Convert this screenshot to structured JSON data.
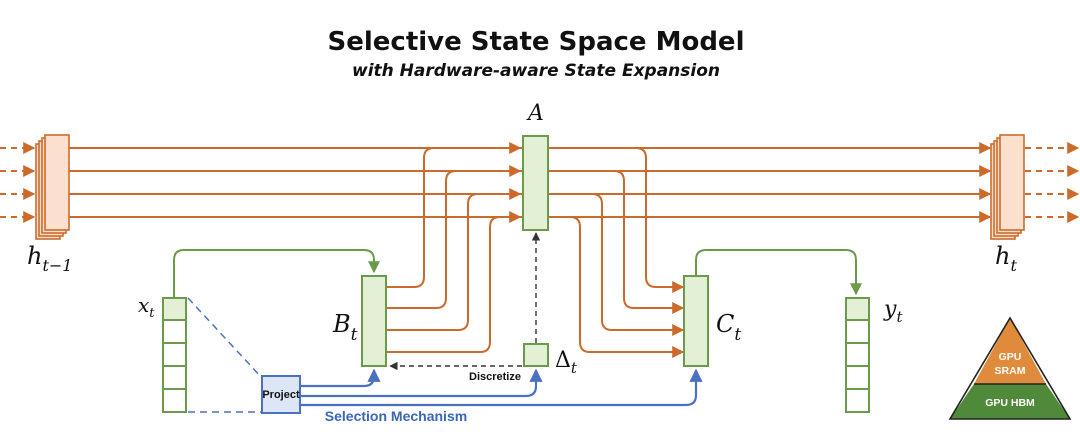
{
  "title": "Selective State Space Model",
  "subtitle": "with Hardware-aware State Expansion",
  "labels": {
    "A": "A",
    "h_prev_main": "h",
    "h_prev_sub": "t−1",
    "h_main": "h",
    "h_sub": "t",
    "x_main": "x",
    "x_sub": "t",
    "B_main": "B",
    "B_sub": "t",
    "C_main": "C",
    "C_sub": "t",
    "y_main": "y",
    "y_sub": "t",
    "delta_main": "Δ",
    "delta_sub": "t",
    "project": "Project",
    "discretize": "Discretize",
    "selection": "Selection Mechanism"
  },
  "memory_hierarchy": {
    "top": [
      "GPU",
      "SRAM"
    ],
    "bottom": "GPU HBM"
  },
  "colors": {
    "orange": "#cc6a2c",
    "green": "#6a9a4a",
    "blue": "#4a72c0",
    "orange_fill": "#fbe1cd",
    "green_fill": "#e3f0d6",
    "blue_fill": "#dce6f7",
    "pyramid_top": "#e08a3c",
    "pyramid_bottom": "#4f8a3a"
  }
}
